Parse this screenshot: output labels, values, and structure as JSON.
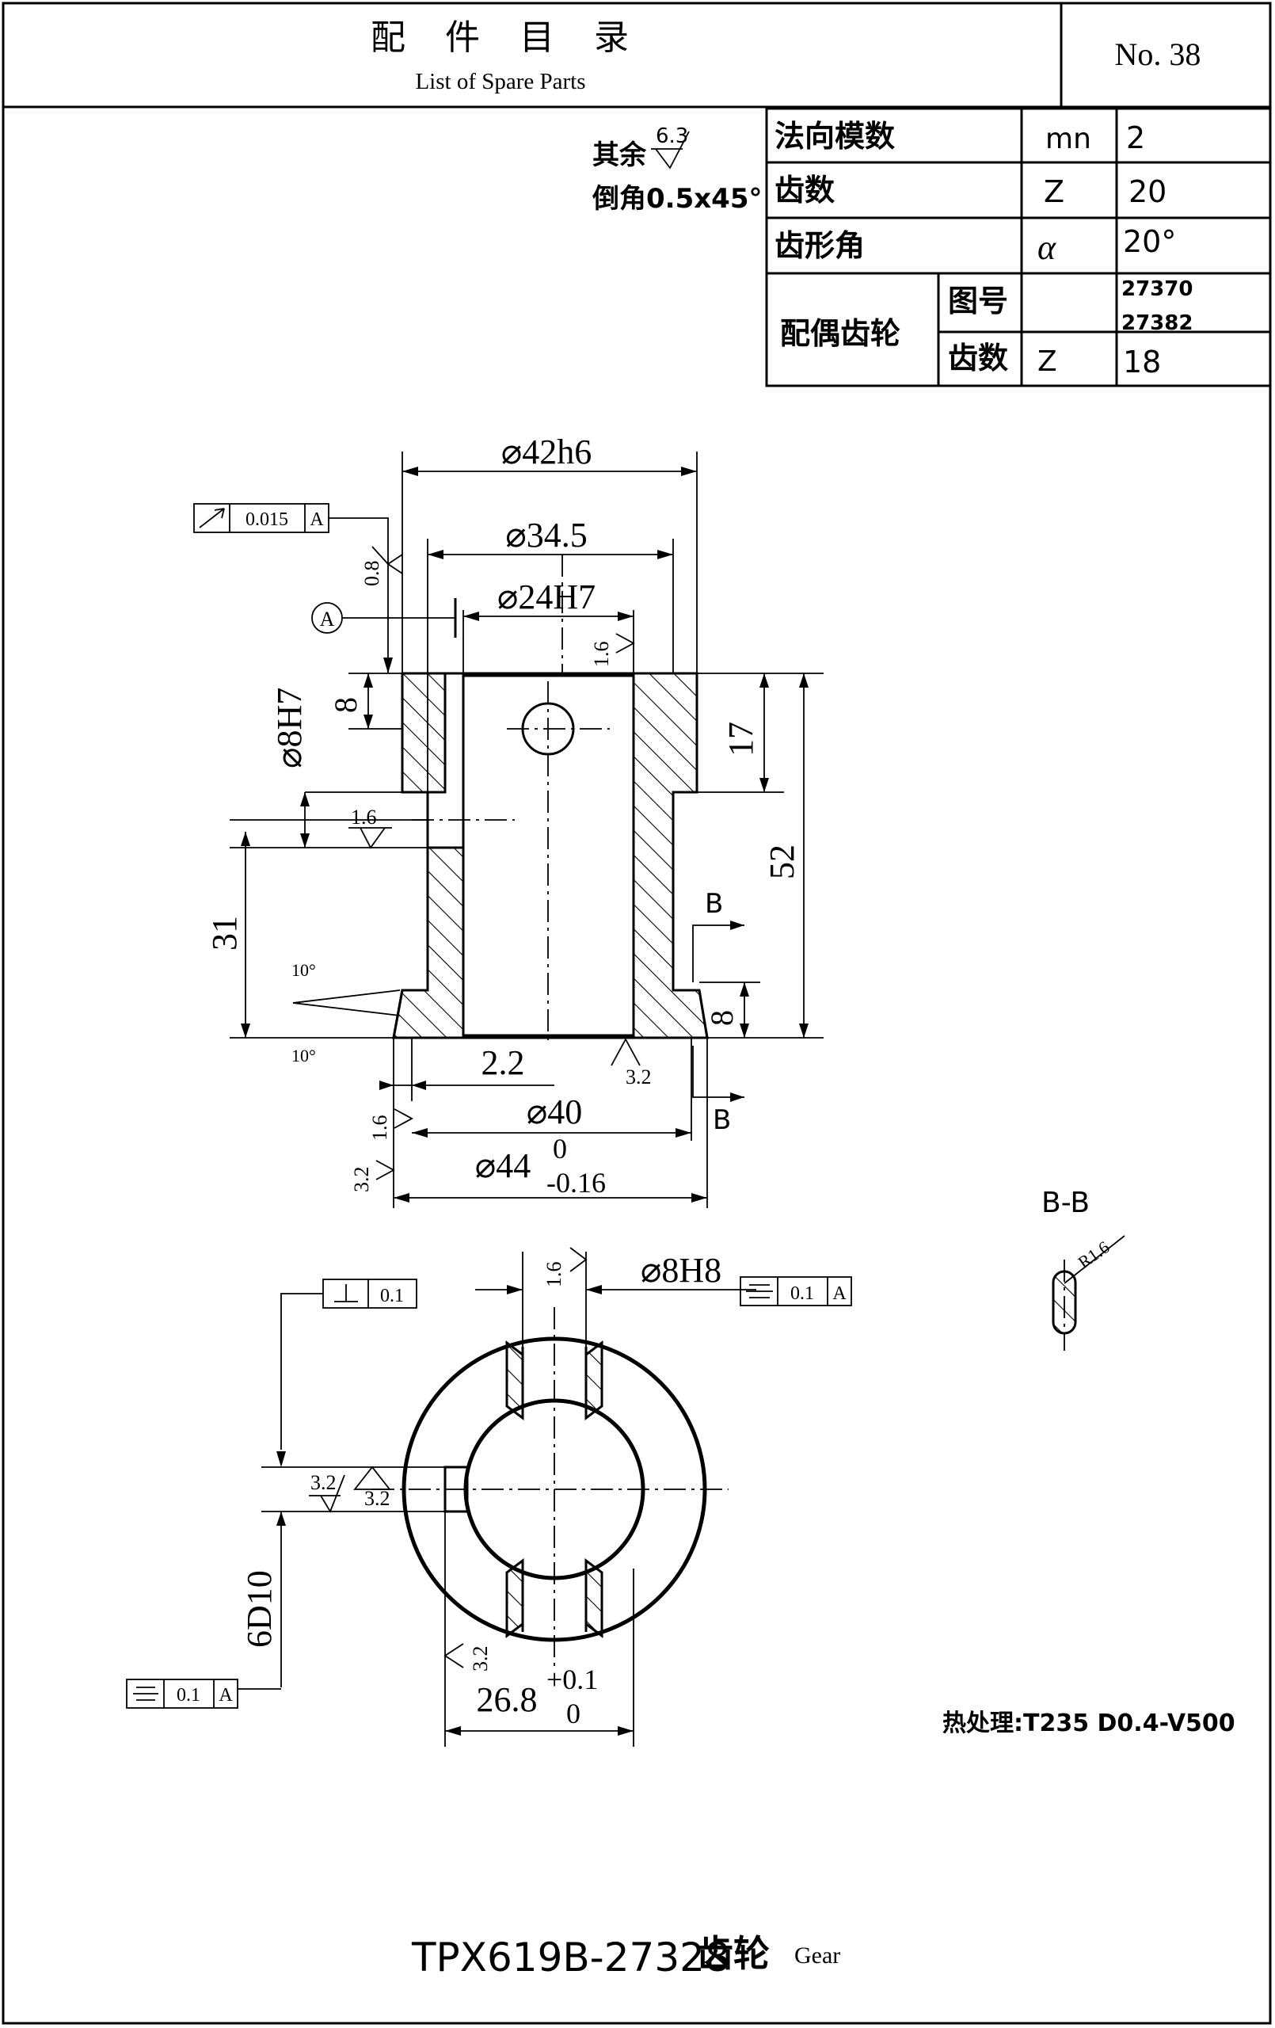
{
  "header": {
    "title_cn": "配 件 目 录",
    "title_en": "List of Spare Parts",
    "number": "No. 38"
  },
  "notes": {
    "remaining_prefix": "其余",
    "remaining_value": "6.3",
    "chamfer": "倒角0.5x45°",
    "heat_treatment": "热处理:T235 D0.4-V500"
  },
  "gear_table": {
    "rows": [
      {
        "label": "法向模数",
        "symbol": "mn",
        "value": "2"
      },
      {
        "label": "齿数",
        "symbol": "Z",
        "value": "20"
      },
      {
        "label": "齿形角",
        "symbol": "α",
        "value": "20°"
      }
    ],
    "mating_label": "配偶齿轮",
    "drawing_no_label": "图号",
    "drawing_no_1": "27370",
    "drawing_no_2": "27382",
    "teeth_label": "齿数",
    "teeth_symbol": "Z",
    "teeth_value": "18"
  },
  "dimensions": {
    "d42": "⌀42h6",
    "d345": "⌀34.5",
    "d24": "⌀24H7",
    "d8h7": "⌀8H7",
    "d40": "⌀40",
    "d44": "⌀44",
    "d44_tol_upper": "0",
    "d44_tol_lower": "-0.16",
    "d8h8": "⌀8H8",
    "len8_top": "8",
    "len17": "17",
    "len52": "52",
    "len31": "31",
    "len8_bottom": "8",
    "len22": "2.2",
    "key6d10": "6D10",
    "len268": "26.8",
    "len268_tol_upper": "+0.1",
    "len268_tol_lower": "0",
    "angle_top": "10°",
    "angle_bottom": "10°"
  },
  "roughness": {
    "r08": "0.8",
    "r16_a": "1.6",
    "r16_b": "1.6",
    "r16_c": "1.6",
    "r16_d": "1.6",
    "r32_a": "3.2",
    "r32_b": "3.2",
    "r32_c": "3.2",
    "r32_d": "3.2",
    "r32_e": "3.2"
  },
  "tolerances": {
    "runout_value": "0.015",
    "runout_datum": "A",
    "perp_value": "0.1",
    "sym1_value": "0.1",
    "sym1_datum": "A",
    "sym2_value": "0.1",
    "sym2_datum": "A",
    "datum_label": "A"
  },
  "section": {
    "label": "B-B",
    "mark_top": "B",
    "mark_bottom": "B",
    "radius": "R1.6"
  },
  "footer": {
    "part_number": "TPX619B-27328",
    "part_name_cn": "齿轮",
    "part_name_en": "Gear"
  }
}
